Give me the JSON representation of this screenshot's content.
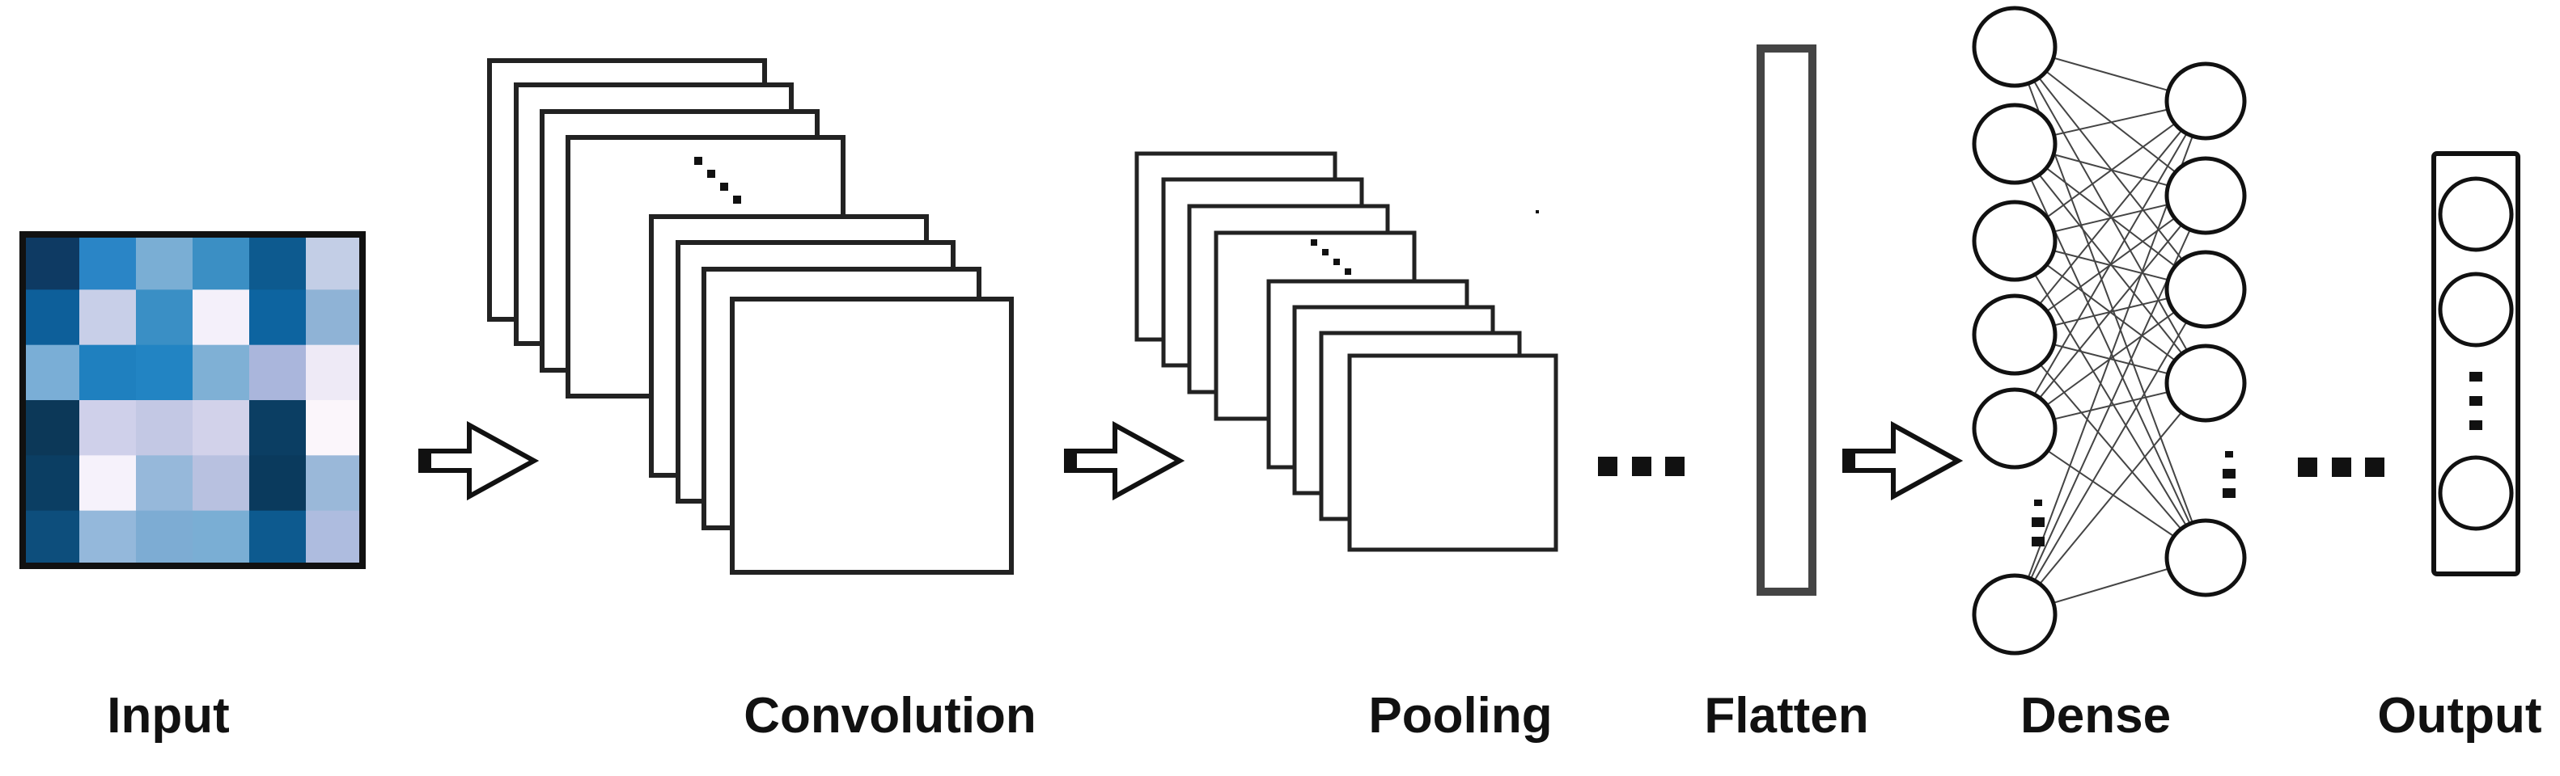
{
  "labels": {
    "input": "Input",
    "convolution": "Convolution",
    "pooling": "Pooling",
    "flatten": "Flatten",
    "dense": "Dense",
    "output": "Output"
  },
  "input_grid": {
    "rows": 6,
    "cols": 6,
    "colors": [
      [
        "#0e3a63",
        "#2a85c6",
        "#7aaed4",
        "#3b8fc4",
        "#0d5a8f",
        "#c3cee6"
      ],
      [
        "#0d5f9a",
        "#c8cfe8",
        "#3a8fc5",
        "#f4f0fa",
        "#0d64a0",
        "#8fb3d6"
      ],
      [
        "#7aaed6",
        "#1f80bf",
        "#2284c3",
        "#7fb0d5",
        "#aab6dc",
        "#eeeaf6"
      ],
      [
        "#0c3858",
        "#cfd0ea",
        "#c3c8e4",
        "#d2d2ea",
        "#0b3e63",
        "#fbf6fb"
      ],
      [
        "#0b3e63",
        "#f6f2fb",
        "#96b8da",
        "#b8c1e0",
        "#0a3a5d",
        "#9ab8d9"
      ],
      [
        "#0d4e7c",
        "#94b8db",
        "#7dacd3",
        "#7aaed4",
        "#0d5a8f",
        "#aebcdf"
      ]
    ]
  },
  "colors": {
    "stroke": "#222222",
    "flatten_stroke": "#444444"
  }
}
